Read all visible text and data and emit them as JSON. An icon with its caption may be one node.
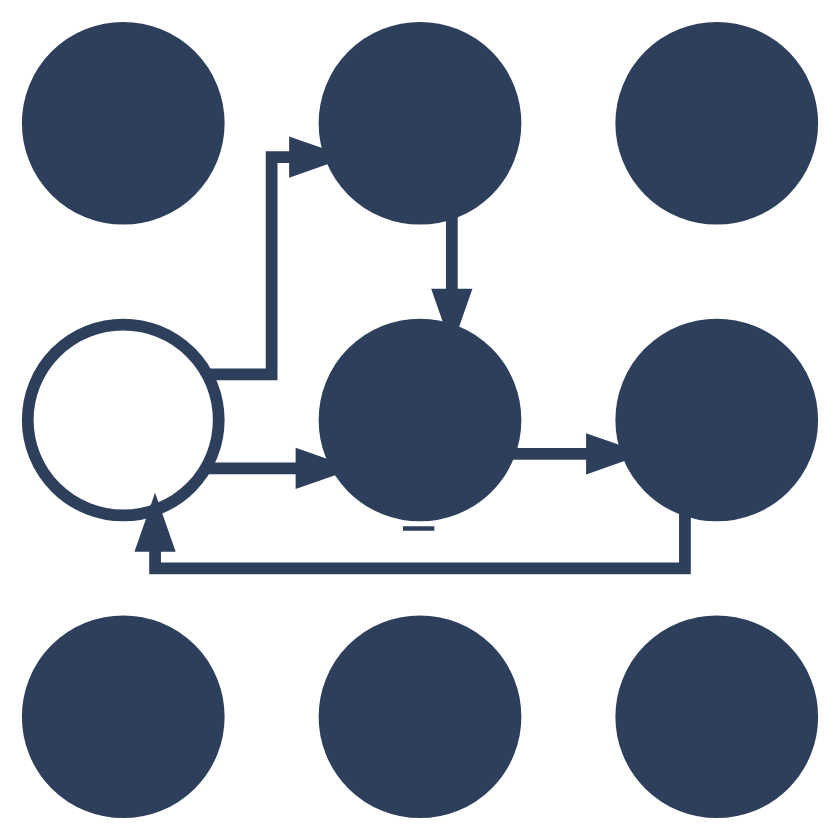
{
  "diagram": {
    "nodes": [
      {
        "text": [],
        "shape": "circle"
      },
      {
        "text": [],
        "shape": "circle"
      },
      {
        "text": [],
        "shape": "circle"
      },
      {
        "text": [],
        "shape": "circle"
      },
      {
        "text": [],
        "shape": "circle"
      },
      {
        "text": [],
        "shape": "circle"
      },
      {
        "text": [],
        "shape": "circle"
      },
      {
        "text": [],
        "shape": "circle"
      },
      {
        "text": [],
        "shape": "circle"
      }
    ],
    "edges": [
      {
        "from": 3,
        "to": 1,
        "arrow": "to"
      },
      {
        "from": 1,
        "to": 4,
        "arrow": "to"
      },
      {
        "from": 3,
        "to": 4,
        "arrow": "to"
      },
      {
        "from": 4,
        "to": 5,
        "arrow": "to"
      },
      {
        "from": 5,
        "to": 3,
        "arrow": "to",
        "label": "−"
      }
    ]
  }
}
